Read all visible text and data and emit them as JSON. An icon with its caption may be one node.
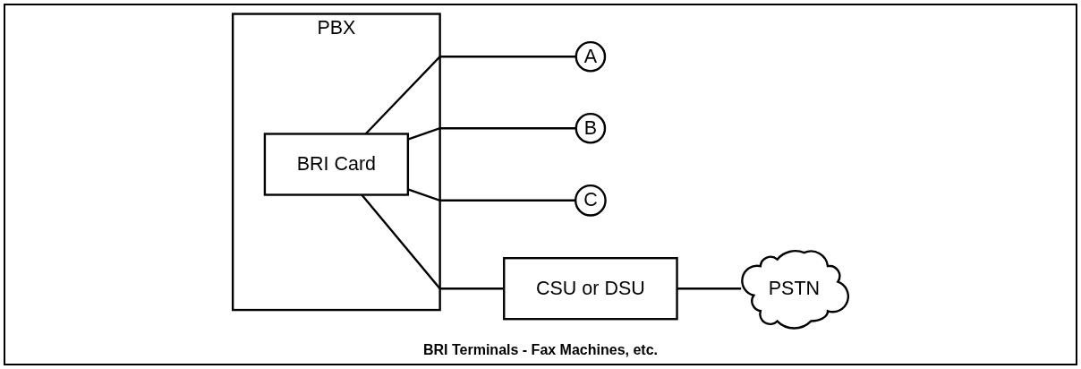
{
  "diagram": {
    "nodes": [
      {
        "text": [
          "PBX"
        ]
      },
      {
        "text": [
          "BRI Card"
        ],
        "in": 0
      },
      {
        "text": [
          "A"
        ]
      },
      {
        "text": [
          "B"
        ]
      },
      {
        "text": [
          "C"
        ]
      },
      {
        "text": [
          "CSU or DSU"
        ]
      },
      {
        "text": [
          "PSTN"
        ]
      }
    ],
    "edges": [
      {
        "from": 1,
        "to": 2,
        "arrow": "none"
      },
      {
        "from": 1,
        "to": 3,
        "arrow": "none"
      },
      {
        "from": 1,
        "to": 4,
        "arrow": "none"
      },
      {
        "from": 1,
        "to": 5,
        "arrow": "none"
      },
      {
        "from": 5,
        "to": 6,
        "arrow": "none"
      }
    ],
    "labels": [
      "BRI Terminals - Fax Machines, etc."
    ]
  }
}
